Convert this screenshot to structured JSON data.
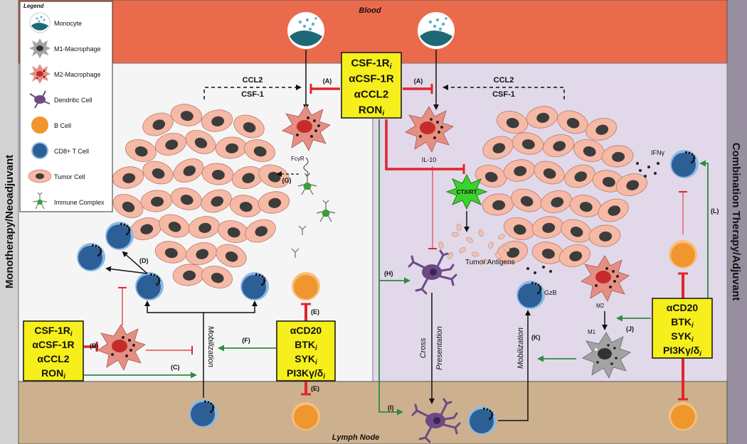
{
  "regions": {
    "blood": "Blood",
    "lymph": "Lymph Node",
    "left_side": "Monotherapy/Neoadjuvant",
    "right_side": "Combination Therapy/Adjuvant"
  },
  "legend": {
    "title": "Legend",
    "items": [
      {
        "label": "Monocyte",
        "icon": "monocyte-icon"
      },
      {
        "label": "M1-Macrophage",
        "icon": "m1-macrophage-icon"
      },
      {
        "label": "M2-Macrophage",
        "icon": "m2-macrophage-icon"
      },
      {
        "label": "Dendritic Cell",
        "icon": "dendritic-cell-icon"
      },
      {
        "label": "B Cell",
        "icon": "b-cell-icon"
      },
      {
        "label": "CD8+ T Cell",
        "icon": "cd8-t-cell-icon"
      },
      {
        "label": "Tumor Cell",
        "icon": "tumor-cell-icon"
      },
      {
        "label": "Immune Complex",
        "icon": "immune-complex-icon"
      }
    ]
  },
  "drug_boxes": {
    "top_center": [
      "CSF-1R_i",
      "αCSF-1R",
      "αCCL2",
      "RON_i"
    ],
    "left_macrophage": [
      "CSF-1R_i",
      "αCSF-1R",
      "αCCL2",
      "RON_i"
    ],
    "b_cell_center": [
      "αCD20",
      "BTK_i",
      "SYK_i",
      "PI3Kγ/δ_i"
    ],
    "b_cell_right": [
      "αCD20",
      "BTK_i",
      "SYK_i",
      "PI3Kγ/δ_i"
    ]
  },
  "labels": {
    "ccl2": "CCL2",
    "csf1": "CSF-1",
    "fcyr": "FcγR",
    "il10": "IL-10",
    "ctx": "CTX/RT",
    "tumor_antigens": "Tumor Antigens",
    "gzb": "GzB",
    "ifny": "IFNγ",
    "m2": "M2",
    "m1": "M1",
    "mobilization": "Mobilization",
    "cross_presentation_1": "Cross",
    "cross_presentation_2": "Presentation"
  },
  "step_labels": {
    "A": "(A)",
    "B": "(B)",
    "C": "(C)",
    "D": "(D)",
    "E": "(E)",
    "F": "(F)",
    "G": "(G)",
    "H": "(H)",
    "I": "(I)",
    "J": "(J)",
    "K": "(K)",
    "L": "(L)"
  },
  "colors": {
    "blood": "#ea6a4c",
    "lymph": "#cdb18e",
    "left_panel": "#f5f5f6",
    "right_panel": "#e1d8ea",
    "side_left": "#d2d2d3",
    "side_right": "#978e9f",
    "drug_box": "#f6ef1b",
    "inhibit": "#e0262b",
    "activate": "#2e8a42",
    "tumor": "#f6b9a5",
    "nucleus": "#3c3c3c",
    "m2": "#e58f83",
    "m1": "#a3a3a3",
    "b_cell": "#f0962f",
    "t_cell": "#2d5f97",
    "dc": "#6d4a86",
    "monocyte": "#1e6977"
  }
}
